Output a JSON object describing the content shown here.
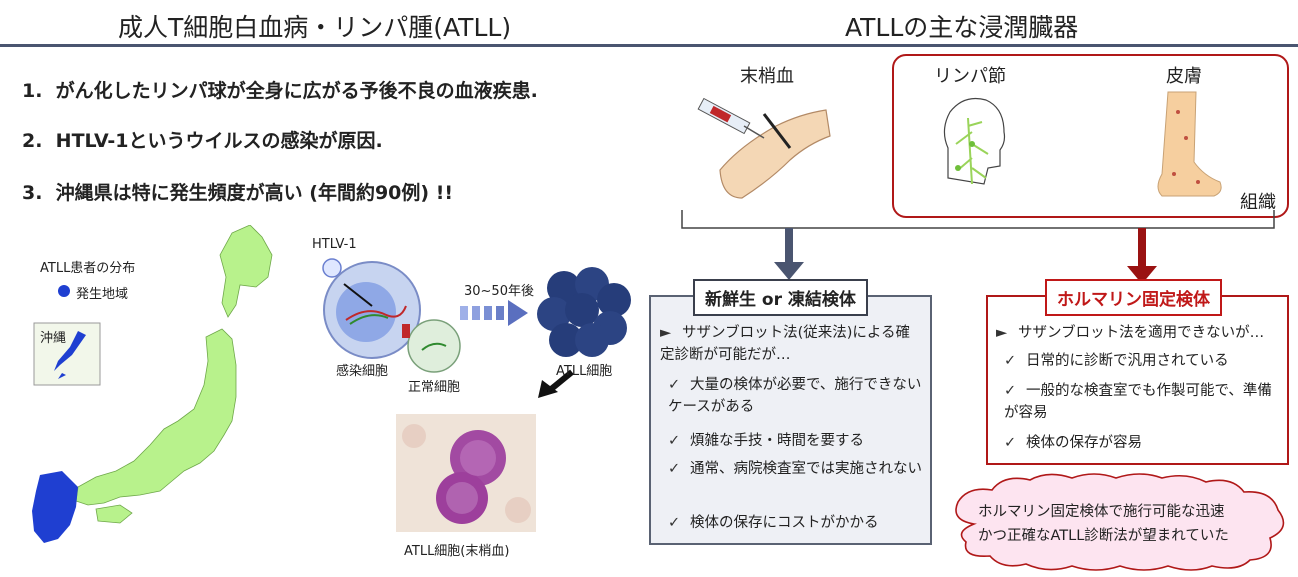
{
  "left_title": "成人T細胞白血病・リンパ腫(ATLL)",
  "right_title": "ATLLの主な浸潤臓器",
  "facts": [
    "1.  がん化したリンパ球が全身に広がる予後不良の血液疾患.",
    "2.  HTLV-1というウイルスの感染が原因.",
    "3.  沖縄県は特に発生頻度が高い (年間約90例) !!"
  ],
  "map": {
    "title": "ATLL患者の分布",
    "legend": "発生地域",
    "okinawa": "沖縄",
    "legend_color": "#1f3fd1"
  },
  "infection": {
    "virus": "HTLV-1",
    "infected_cell": "感染細胞",
    "normal_cell": "正常細胞",
    "time": "30~50年後",
    "atll_cell": "ATLL細胞",
    "micrograph_caption": "ATLL細胞(末梢血)"
  },
  "organs": {
    "peripheral_blood": "末梢血",
    "lymph_node": "リンパ節",
    "skin": "皮膚",
    "tissue": "組織"
  },
  "fresh_box": {
    "title": "新鮮生 or 凍結検体",
    "lead_mark": "►",
    "lead": "サザンブロット法(従来法)による確定診断が可能だが…",
    "items": [
      "大量の検体が必要で、施行できないケースがある",
      "煩雑な手技・時間を要する",
      "通常、病院検査室では実施されない",
      "検体の保存にコストがかかる"
    ]
  },
  "formalin_box": {
    "title": "ホルマリン固定検体",
    "lead_mark": "►",
    "lead": "サザンブロット法を適用できないが…",
    "items": [
      "日常的に診断で汎用されている",
      "一般的な検査室でも作製可能で、準備が容易",
      "検体の保存が容易"
    ]
  },
  "cloud": {
    "line1": "ホルマリン固定検体で施行可能な迅速",
    "line2": "かつ正確なATLL診断法が望まれていた"
  },
  "check_mark": "✓",
  "colors": {
    "accent": "#4a5570",
    "red": "#b01818",
    "japan_green": "#b8f28c",
    "high_incidence_blue": "#1f3fd1"
  }
}
